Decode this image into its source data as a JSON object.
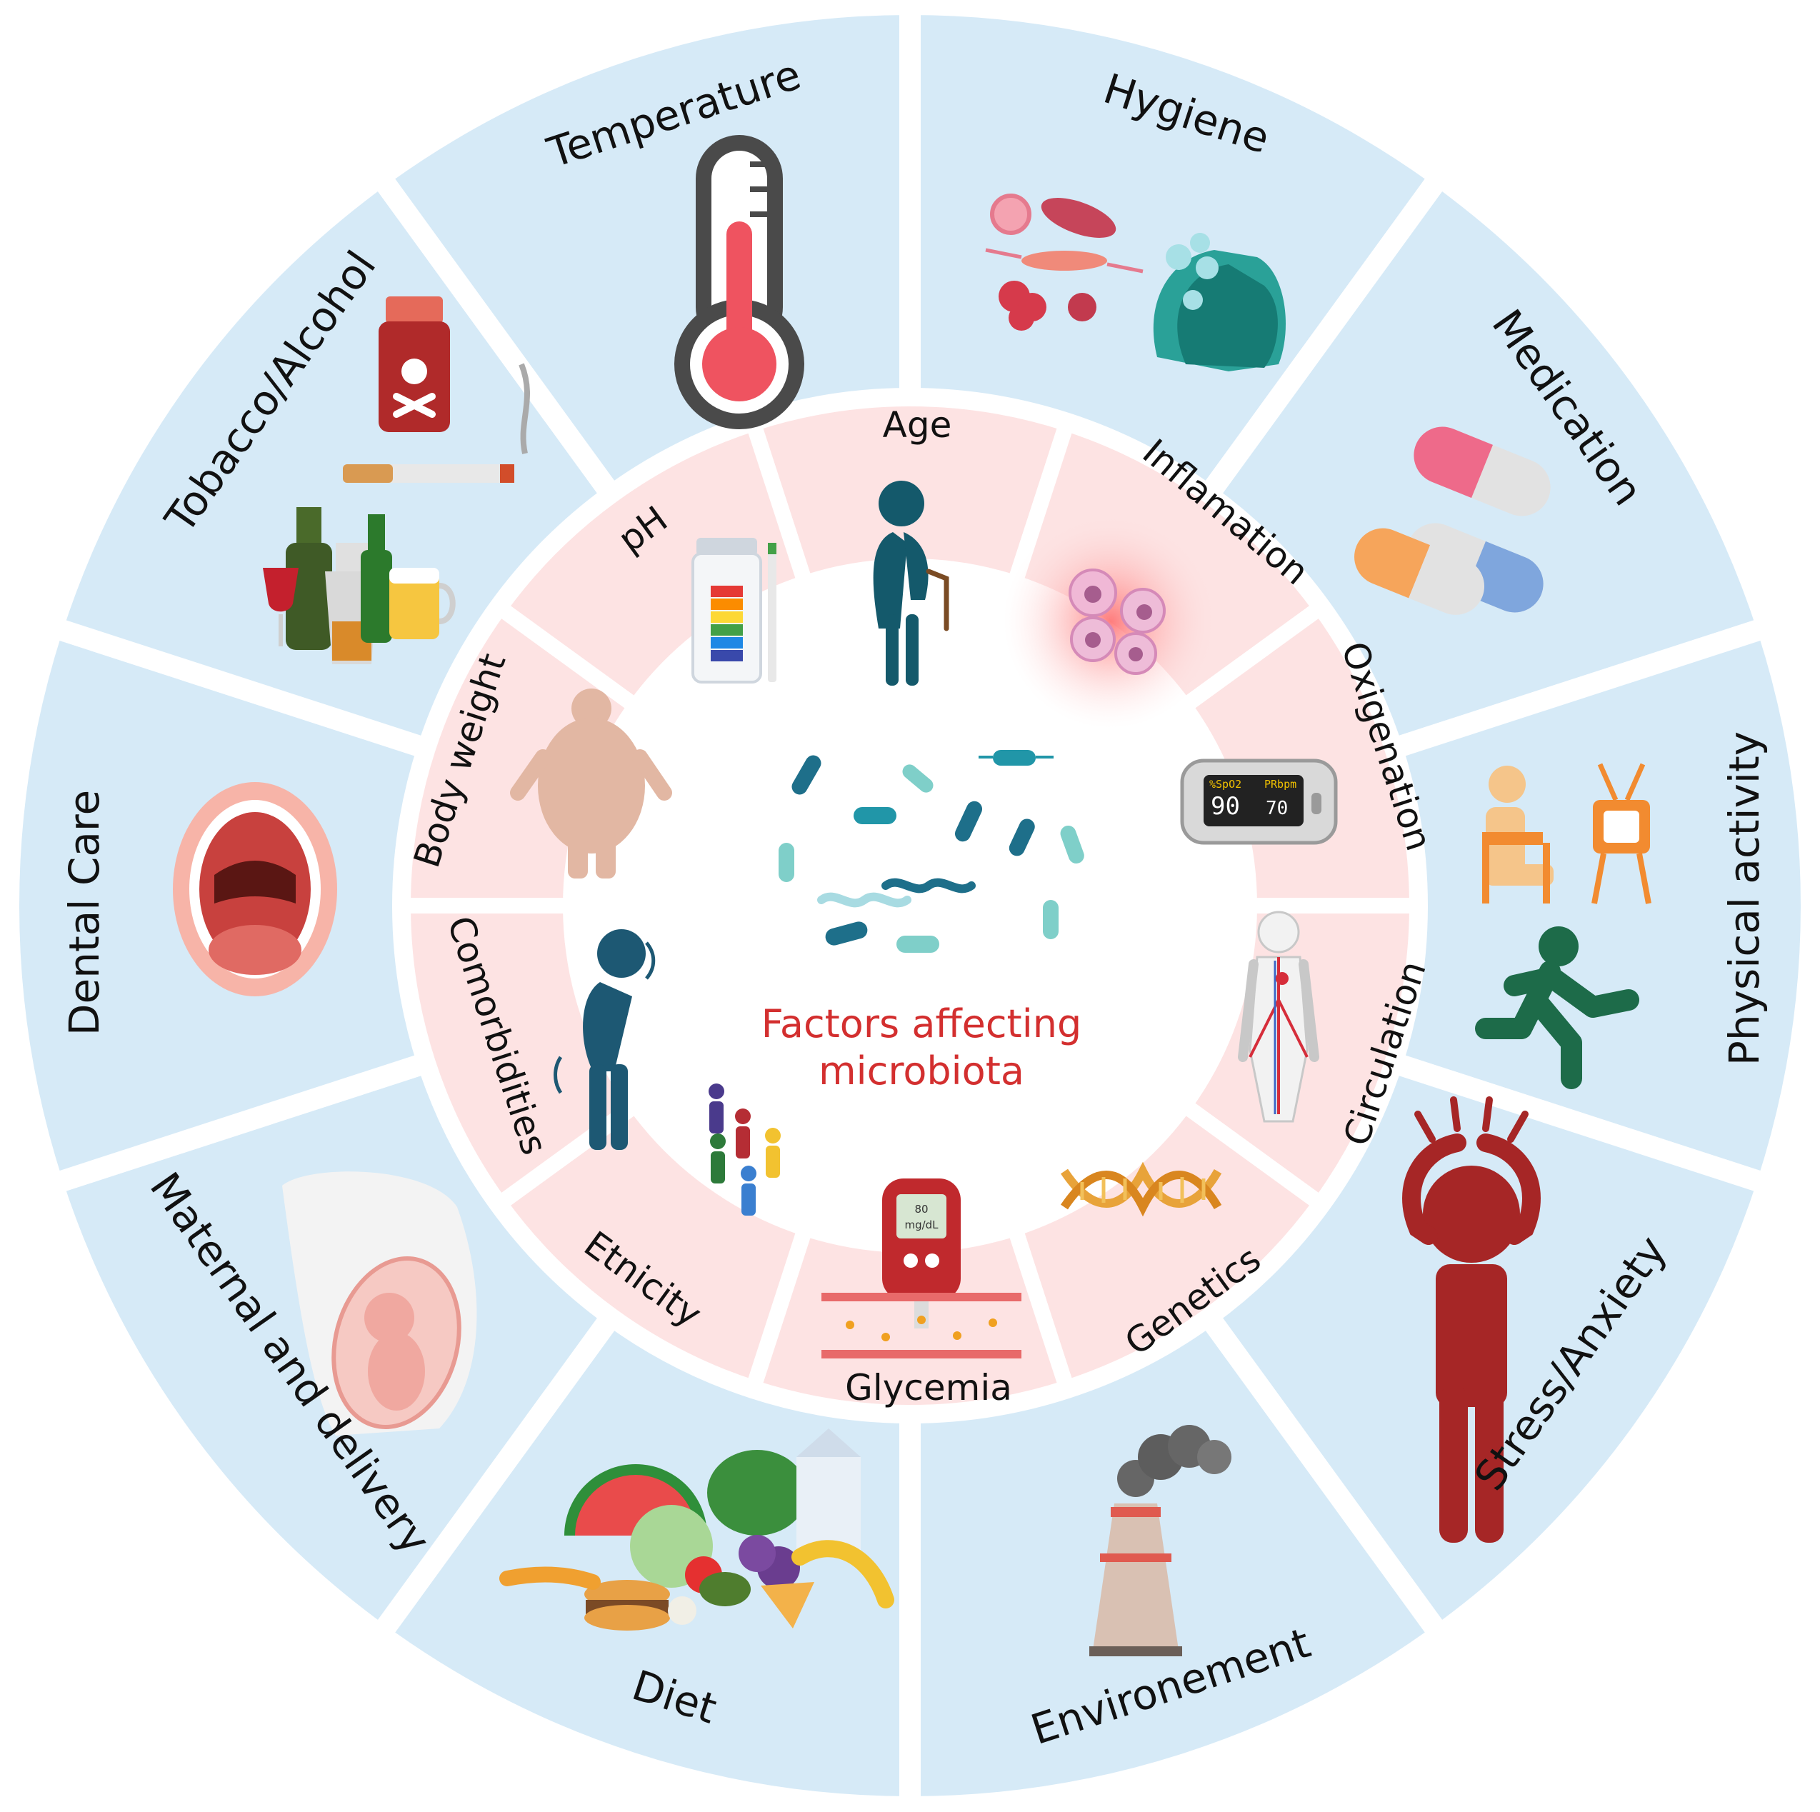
{
  "center": {
    "title_line1": "Factors affecting",
    "title_line2": "microbiota",
    "icon": "bacteria-icon"
  },
  "outer_ring": [
    {
      "label": "Hygiene",
      "icon": "handwashing-bacteria-icon"
    },
    {
      "label": "Medication",
      "icon": "pills-icon"
    },
    {
      "label": "Physical activity",
      "icon": "runner-sedentary-icon"
    },
    {
      "label": "Stress/Anxiety",
      "icon": "stressed-person-icon"
    },
    {
      "label": "Environement",
      "icon": "factory-smokestack-icon"
    },
    {
      "label": "Diet",
      "icon": "food-icon"
    },
    {
      "label": "Maternal and delivery",
      "icon": "pregnancy-icon"
    },
    {
      "label": "Dental Care",
      "icon": "open-mouth-icon"
    },
    {
      "label": "Tobacco/Alcohol",
      "icon": "tobacco-alcohol-icon"
    },
    {
      "label": "Temperature",
      "icon": "thermometer-icon"
    }
  ],
  "inner_ring": [
    {
      "label": "Age",
      "icon": "elderly-person-icon"
    },
    {
      "label": "Inflamation",
      "icon": "inflamed-cells-icon"
    },
    {
      "label": "Oxigenation",
      "icon": "pulse-oximeter-icon"
    },
    {
      "label": "Circulation",
      "icon": "circulatory-system-icon"
    },
    {
      "label": "Genetics",
      "icon": "dna-helix-icon"
    },
    {
      "label": "Glycemia",
      "icon": "glucometer-icon"
    },
    {
      "label": "Etnicity",
      "icon": "diverse-people-icon"
    },
    {
      "label": "Comorbidities",
      "icon": "sick-person-icon"
    },
    {
      "label": "Body weight",
      "icon": "overweight-person-icon"
    },
    {
      "label": "pH",
      "icon": "ph-strip-icon"
    }
  ],
  "oximeter": {
    "spo2": "90",
    "pr": "70",
    "spo2_label": "%SpO2",
    "pr_label": "PRbpm"
  },
  "glucometer": {
    "value": "80",
    "unit": "mg/dL"
  },
  "colors": {
    "outer_segment": "#d6eaf7",
    "inner_segment": "#fde3e3",
    "center": "#ffffff",
    "center_title": "#d32f2f"
  }
}
